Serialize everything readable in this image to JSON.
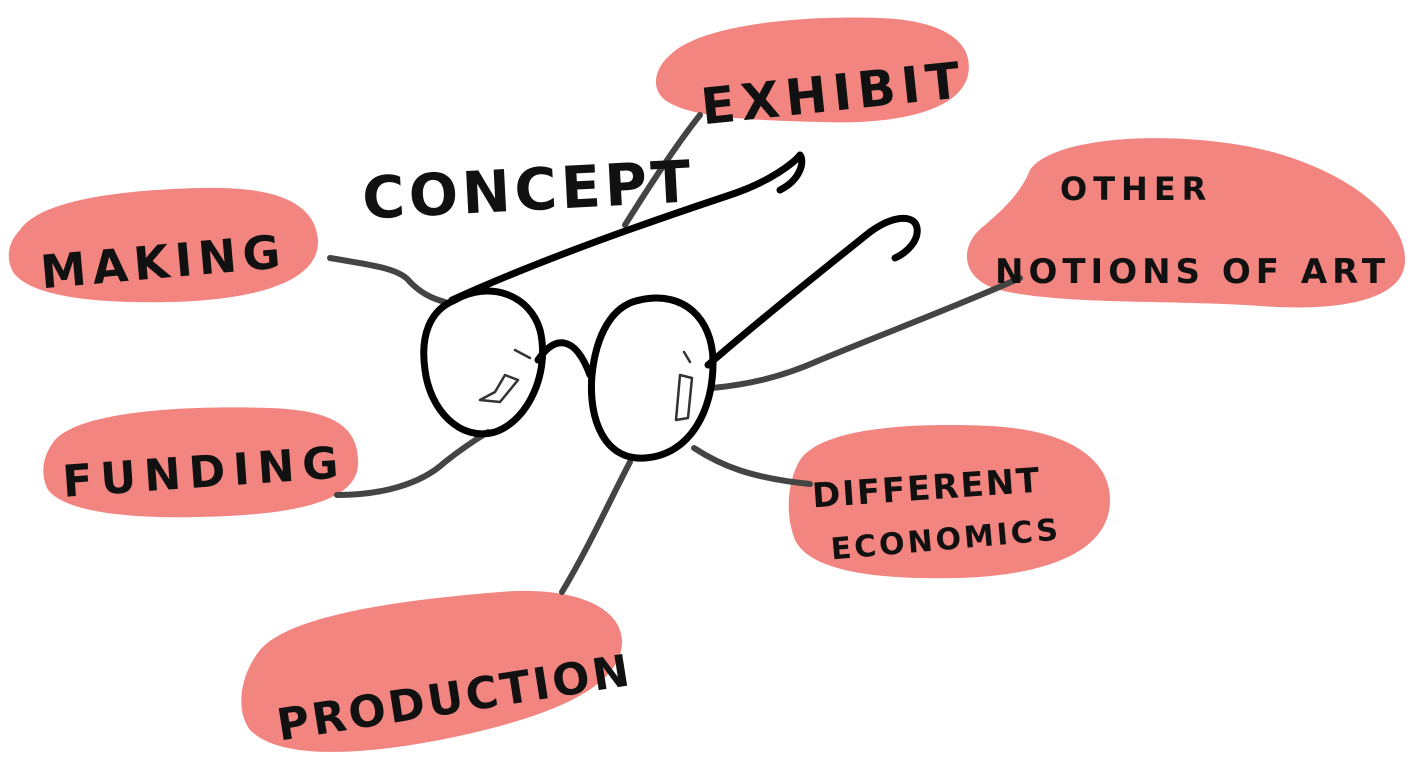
{
  "diagram": {
    "center_label": "CONCEPT",
    "center_icon": "eyeglasses-icon",
    "highlight_color": "#f28580",
    "ink_color": "#111111",
    "connector_color": "#444444",
    "nodes": {
      "exhibit": "EXHIBIT",
      "making": "MAKING",
      "other_line1": "OTHER",
      "other_line2": "NOTIONS OF ART",
      "funding": "FUNDING",
      "economics_line1": "DIFFERENT",
      "economics_line2": "ECONOMICS",
      "production": "PRODUCTION"
    }
  }
}
